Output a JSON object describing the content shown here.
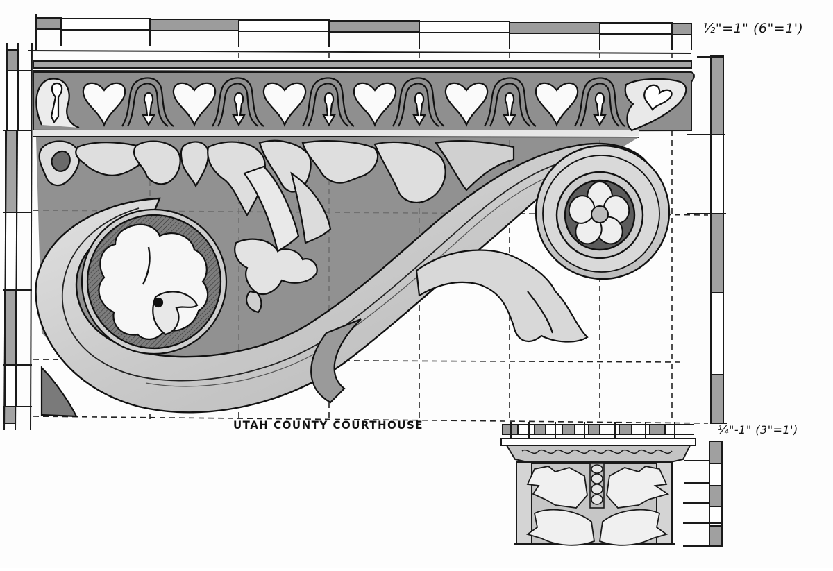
{
  "drawing": {
    "title": "UTAH COUNTY COURTHOUSE",
    "subject": "Ornamental scroll corbel / bracket elevation",
    "scales": {
      "large_detail": "½\"=1\" (6\"=1')",
      "small_elevation": "¼\"-1\" (3\"=1')"
    },
    "views": [
      {
        "name": "large-corbel-side-elevation",
        "scale": "½\"=1\" (6\"=1')"
      },
      {
        "name": "small-corbel-front-elevation",
        "scale": "¼\"-1\" (3\"=1')"
      }
    ],
    "elements": {
      "cornice_frieze": "anthemion / heart-and-tongue molding band",
      "main_scroll": "large S-shaped volute with leaf rosette in lower left eye",
      "volute_eye": "five-petal rosette in upper right scroll",
      "acanthus": "acanthus leaves along scroll and below",
      "grid": "dashed proportional grid lines"
    },
    "colors": {
      "ink": "#1a1a1a",
      "marker_dark": "#8a8a8a",
      "marker_mid": "#a8a8a8",
      "marker_light": "#d4d4d4",
      "paper": "#fdfdfd"
    }
  }
}
